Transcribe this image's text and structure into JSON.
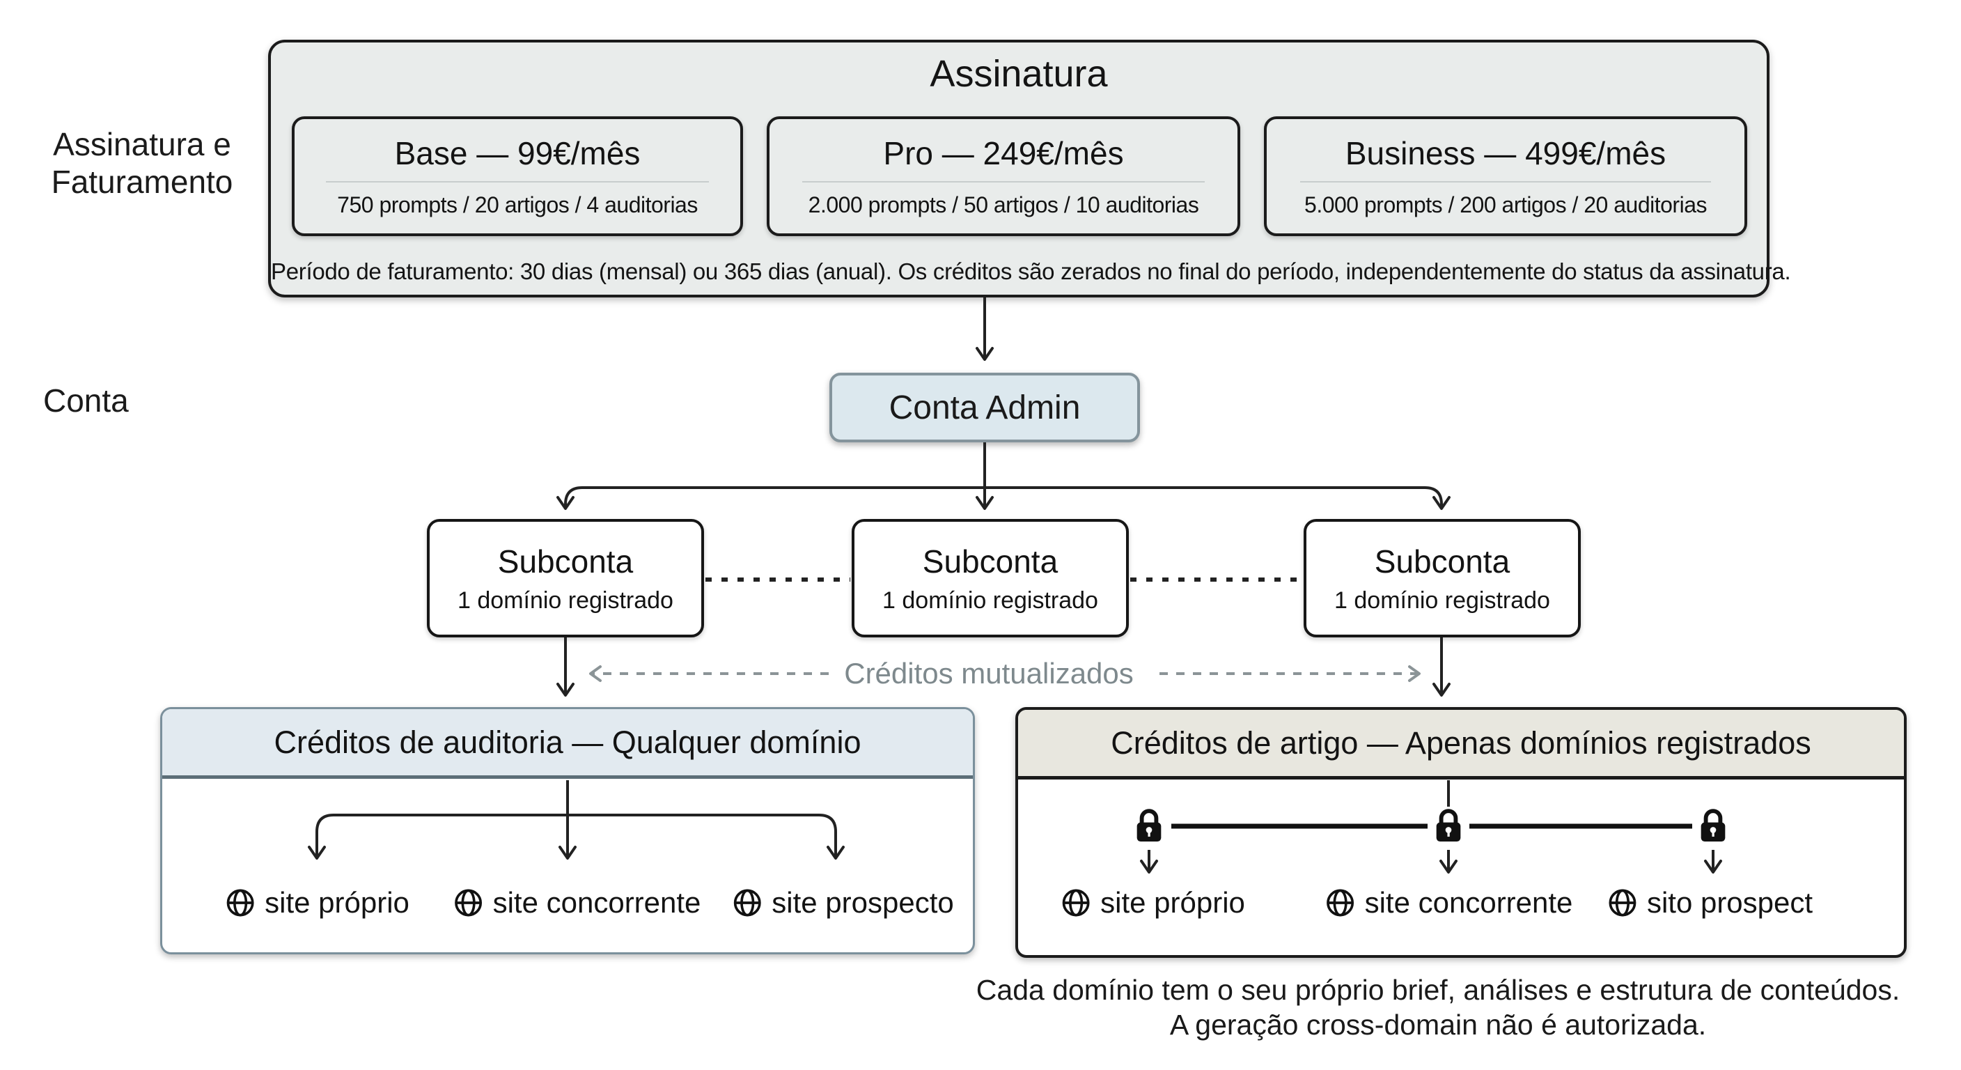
{
  "colors": {
    "panel_fill": "#e9eceb",
    "admin_node_fill": "#dce8ee",
    "admin_node_border": "#84949c",
    "audit_header_fill": "#e2eaf0",
    "article_header_fill": "#e8e7df",
    "dark_border": "#1b1b1b",
    "connector": "#222222",
    "muted_arrow": "#8b9497"
  },
  "side_labels": {
    "billing_line1": "Assinatura e",
    "billing_line2": "Faturamento",
    "account": "Conta"
  },
  "subscription": {
    "title": "Assinatura",
    "plans": [
      {
        "name": "Base — 99€/mês",
        "credits": "750 prompts / 20 artigos / 4 auditorias"
      },
      {
        "name": "Pro — 249€/mês",
        "credits": "2.000 prompts / 50 artigos / 10 auditorias"
      },
      {
        "name": "Business — 499€/mês",
        "credits": "5.000 prompts / 200 artigos / 20 auditorias"
      }
    ],
    "billing_note": "Período de faturamento: 30 dias (mensal) ou 365 dias (anual). Os créditos são zerados no final do período, independentemente do status da assinatura."
  },
  "admin_account": {
    "label": "Conta Admin"
  },
  "subaccounts": [
    {
      "title": "Subconta",
      "subtitle": "1 domínio registrado"
    },
    {
      "title": "Subconta",
      "subtitle": "1 domínio registrado"
    },
    {
      "title": "Subconta",
      "subtitle": "1 domínio registrado"
    }
  ],
  "mutualized_credits_label": "Créditos mutualizados",
  "audit_box": {
    "title": "Créditos de auditoria — Qualquer domínio",
    "sites": [
      "site próprio",
      "site concorrente",
      "site prospecto"
    ]
  },
  "article_box": {
    "title": "Créditos de artigo — Apenas domínios registrados",
    "sites": [
      "site próprio",
      "site concorrente",
      "sito prospect"
    ]
  },
  "footnote": {
    "line1": "Cada domínio tem o seu próprio brief, análises e estrutura de conteúdos.",
    "line2": "A geração cross-domain não é autorizada."
  }
}
